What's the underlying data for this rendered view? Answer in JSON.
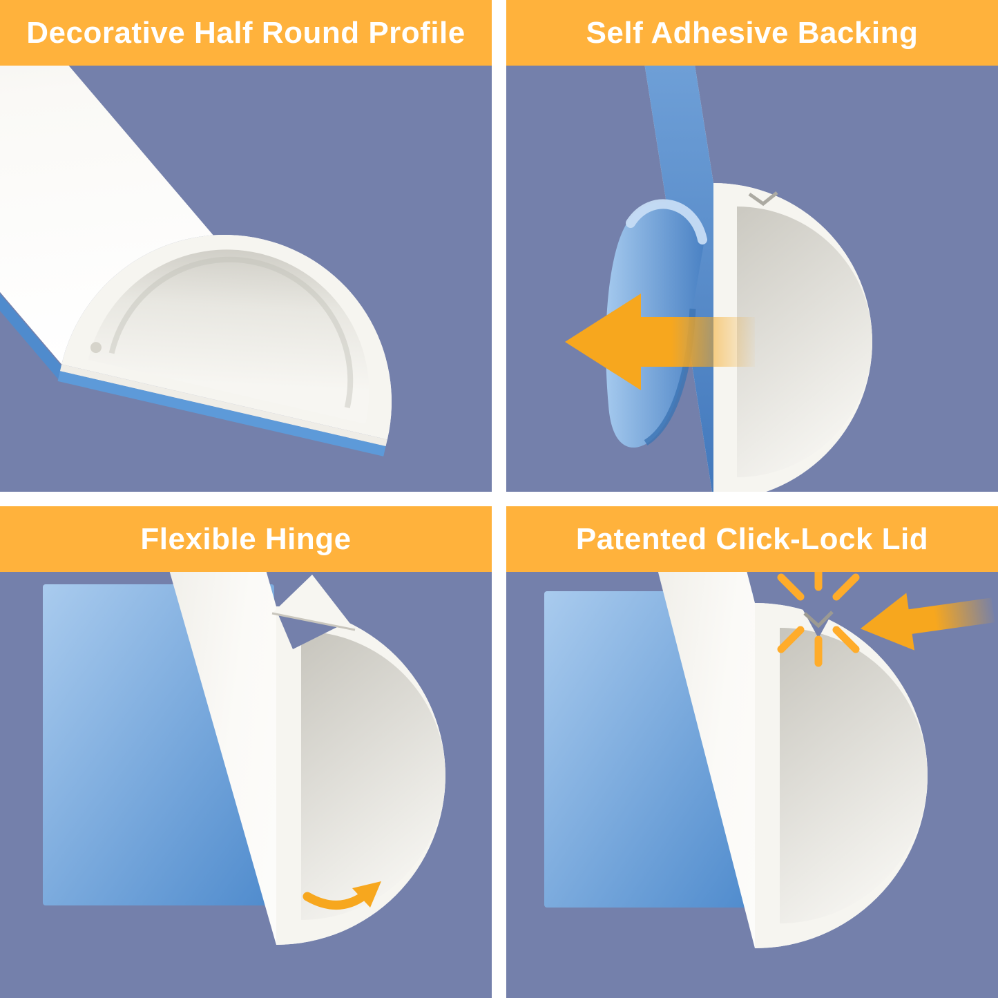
{
  "image_type": "product-feature-infographic",
  "subject": "half-round cable raceway features",
  "colors": {
    "banner_bg": "#FFB23C",
    "banner_text": "#FFFFFF",
    "panel_bg": "#7480AB",
    "gutter": "#FFFFFF",
    "profile_white": "#F6F5F0",
    "profile_shadow": "#DAD7CE",
    "adhesive_blue": "#5D9AD9",
    "wall_blue_light": "#A9CBEE",
    "wall_blue_dark": "#4F8BCD",
    "arrow_orange": "#F7A71E",
    "starburst_orange": "#FFAC2A"
  },
  "panels": [
    {
      "slug": "decorative-half-round-profile",
      "title": "Decorative Half Round Profile"
    },
    {
      "slug": "self-adhesive-backing",
      "title": "Self Adhesive Backing"
    },
    {
      "slug": "flexible-hinge",
      "title": "Flexible Hinge"
    },
    {
      "slug": "patented-click-lock-lid",
      "title": "Patented Click-Lock Lid"
    }
  ]
}
